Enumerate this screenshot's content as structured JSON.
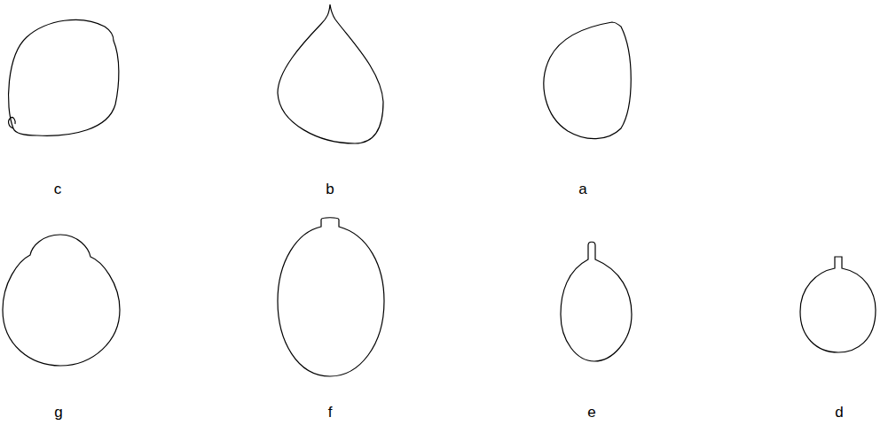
{
  "diagram": {
    "labels": [
      "c",
      "b",
      "a",
      "g",
      "f",
      "e",
      "d"
    ]
  }
}
